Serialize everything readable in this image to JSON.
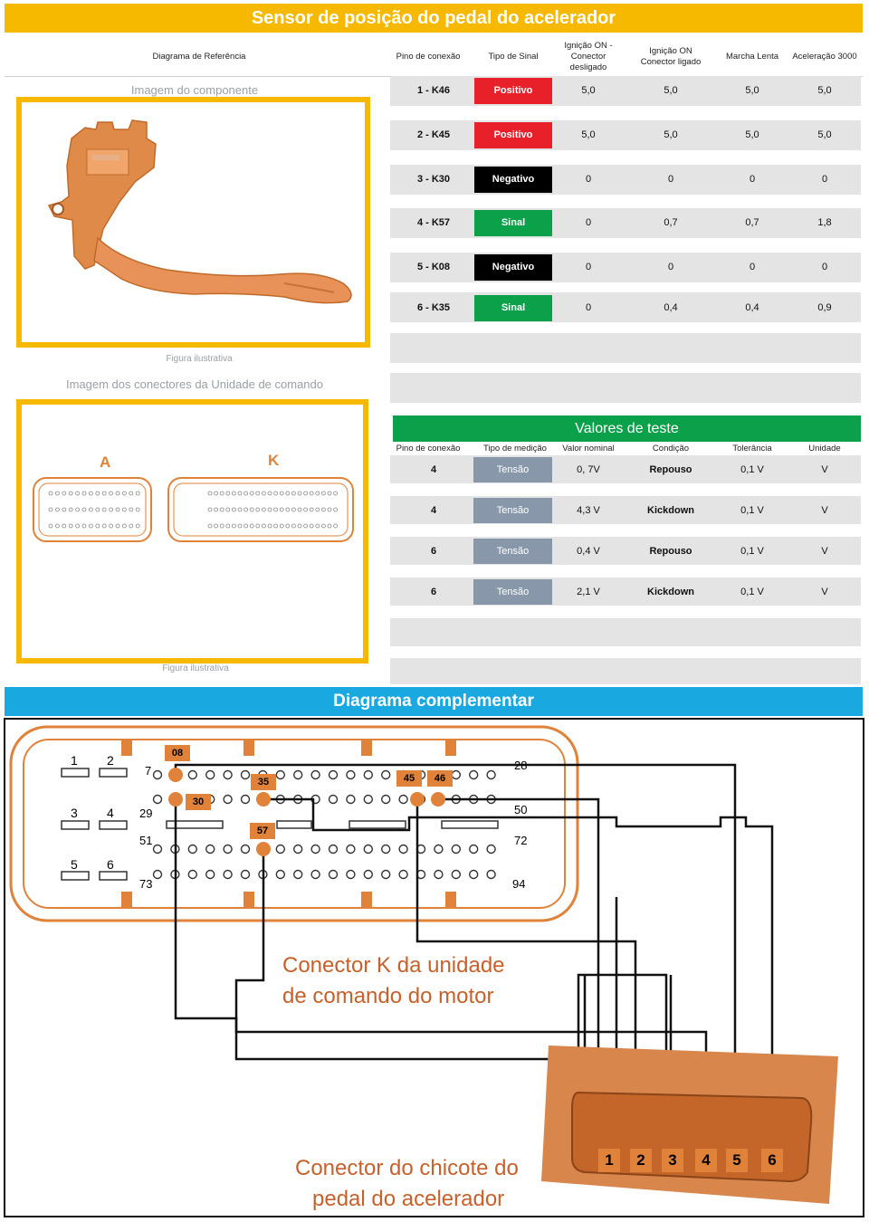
{
  "title": "Sensor de posição do pedal do acelerador",
  "table_headers": {
    "reference": "Diagrama de Referência",
    "pin": "Pino de conexão",
    "signal": "Tipo de Sinal",
    "ign_off": "Ignição ON - Conector desligado",
    "ign_on": "Ignição ON Conector ligado",
    "idle": "Marcha Lenta",
    "accel": "Aceleração 3000"
  },
  "component_caption": "Imagem do componente",
  "figure_caption": "Figura ilustrativa",
  "connectors_caption": "Imagem dos conectores da Unidade  de comando",
  "connector_labels": [
    "A",
    "K"
  ],
  "pin_rows": [
    {
      "pin": "1 - K46",
      "signal": "Positivo",
      "color": "#e8202a",
      "v1": "5,0",
      "v2": "5,0",
      "v3": "5,0",
      "v4": "5,0"
    },
    {
      "pin": "2 - K45",
      "signal": "Positivo",
      "color": "#e8202a",
      "v1": "5,0",
      "v2": "5,0",
      "v3": "5,0",
      "v4": "5,0"
    },
    {
      "pin": "3 - K30",
      "signal": "Negativo",
      "color": "#000000",
      "v1": "0",
      "v2": "0",
      "v3": "0",
      "v4": "0"
    },
    {
      "pin": "4 - K57",
      "signal": "Sinal",
      "color": "#0aa14a",
      "v1": "0",
      "v2": "0,7",
      "v3": "0,7",
      "v4": "1,8"
    },
    {
      "pin": "5 - K08",
      "signal": "Negativo",
      "color": "#000000",
      "v1": "0",
      "v2": "0",
      "v3": "0",
      "v4": "0"
    },
    {
      "pin": "6 - K35",
      "signal": "Sinal",
      "color": "#0aa14a",
      "v1": "0",
      "v2": "0,4",
      "v3": "0,4",
      "v4": "0,9"
    }
  ],
  "test_title": "Valores de teste",
  "test_headers": {
    "pin": "Pino de conexão",
    "type": "Tipo de medição",
    "nominal": "Valor nominal",
    "condition": "Condição",
    "tolerance": "Tolerância",
    "unit": "Unidade"
  },
  "test_rows": [
    {
      "pin": "4",
      "type": "Tensão",
      "nominal": "0, 7V",
      "condition": "Repouso",
      "tolerance": "0,1 V",
      "unit": "V"
    },
    {
      "pin": "4",
      "type": "Tensão",
      "nominal": "4,3 V",
      "condition": "Kickdown",
      "tolerance": "0,1 V",
      "unit": "V"
    },
    {
      "pin": "6",
      "type": "Tensão",
      "nominal": "0,4 V",
      "condition": "Repouso",
      "tolerance": "0,1 V",
      "unit": "V"
    },
    {
      "pin": "6",
      "type": "Tensão",
      "nominal": "2,1 V",
      "condition": "Kickdown",
      "tolerance": "0,1 V",
      "unit": "V"
    }
  ],
  "diagram_title": "Diagrama complementar",
  "ecu_pin_labels": {
    "p08": "08",
    "p35": "35",
    "p45": "45",
    "p46": "46",
    "p30": "30",
    "p57": "57",
    "n1": "1",
    "n2": "2",
    "n3": "3",
    "n4": "4",
    "n5": "5",
    "n6": "6",
    "n7": "7",
    "n28": "28",
    "n29": "29",
    "n50": "50",
    "n51": "51",
    "n72": "72",
    "n73": "73",
    "n94": "94"
  },
  "ecu_label_line1": "Conector K da unidade",
  "ecu_label_line2": "de comando do motor",
  "harness_label_line1": "Conector do chicote do",
  "harness_label_line2": "pedal do acelerador",
  "harness_pins": [
    "1",
    "2",
    "3",
    "4",
    "5",
    "6"
  ],
  "colors": {
    "orange": "#e0823a",
    "yellow": "#f7b800",
    "blue": "#1aa8e0",
    "green": "#0aa14a",
    "red": "#e8202a",
    "gray_cell": "#8898aa"
  }
}
